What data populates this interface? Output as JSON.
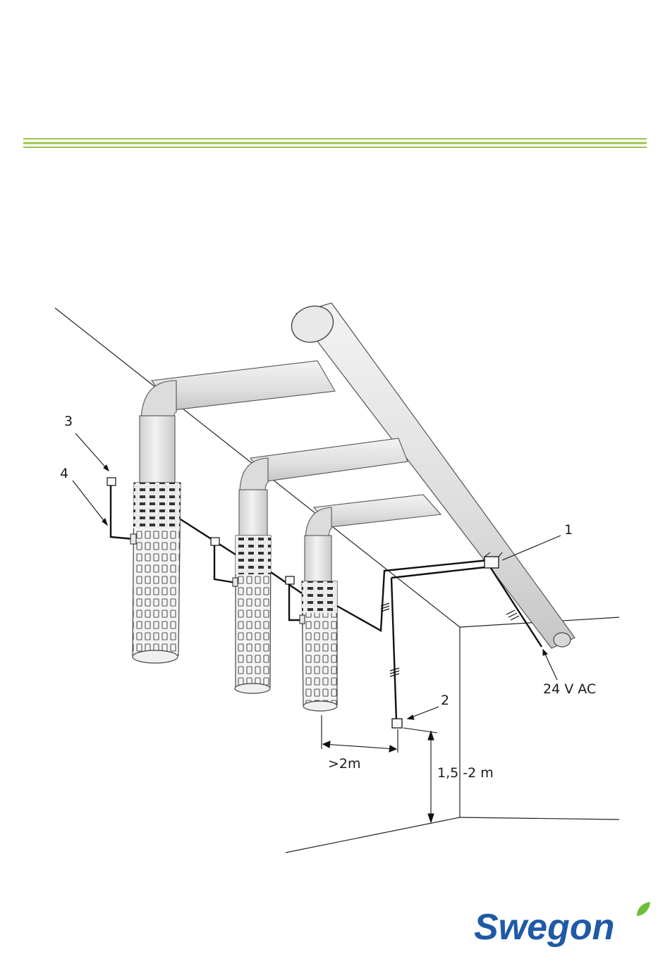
{
  "labels": {
    "callout_1": "1",
    "callout_2": "2",
    "callout_3": "3",
    "callout_4": "4",
    "power": "24 V AC",
    "spacing": ">2m",
    "height": "1,5 -2 m"
  },
  "brand": {
    "name": "Swegon",
    "text_color": "#1f5aa6",
    "leaf_color": "#6bbf3a"
  },
  "colors": {
    "header_rule": "#9cc44a",
    "duct_fill": "#e3e3e3",
    "duct_shade": "#cfcfcf",
    "lines": "#111111"
  }
}
